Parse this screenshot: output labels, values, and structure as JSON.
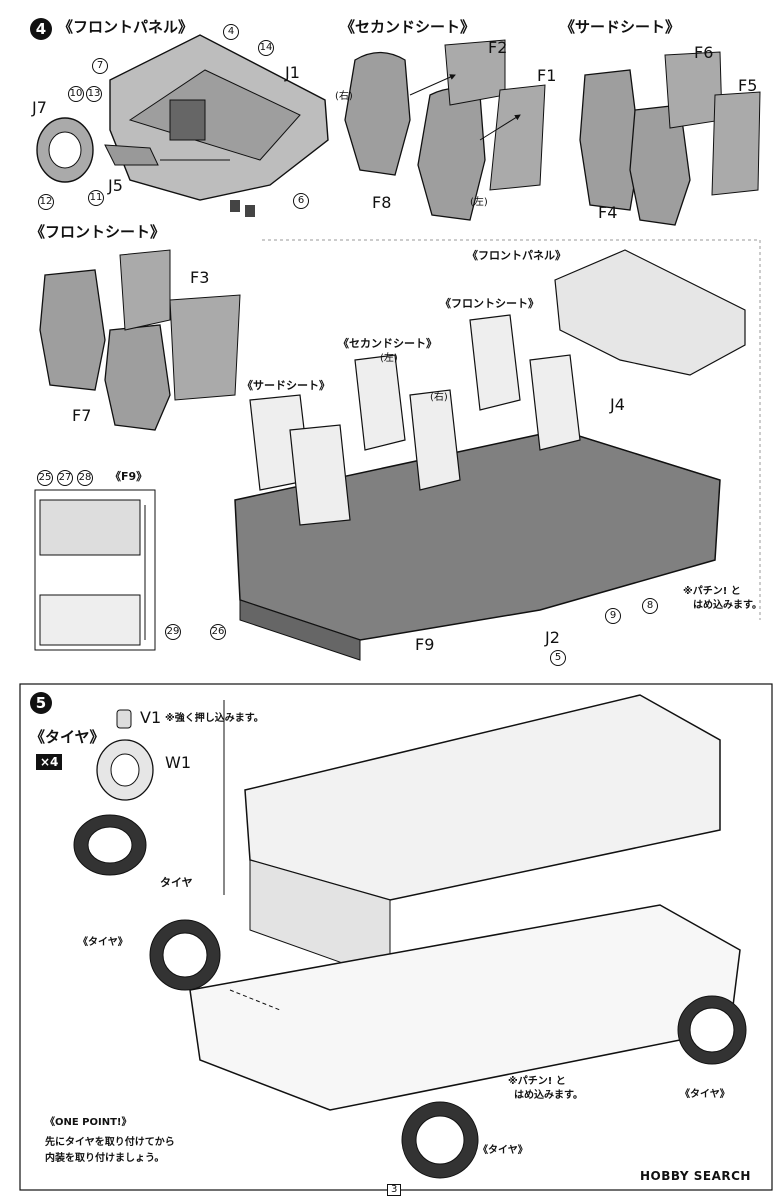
{
  "step4": {
    "number": "4",
    "front_panel_title": "《フロントパネル》",
    "second_seat_title": "《セカンドシート》",
    "third_seat_title": "《サードシート》",
    "front_seat_title": "《フロントシート》",
    "f9_title": "《F9》",
    "assy_front_panel": "《フロントパネル》",
    "assy_front_seat": "《フロントシート》",
    "assy_second_seat": "《セカンドシート》",
    "assy_third_seat": "《サードシート》",
    "left": "(左)",
    "right": "(右)",
    "parts": {
      "J1": "J1",
      "J2": "J2",
      "J4": "J4",
      "J5": "J5",
      "J7": "J7",
      "F1": "F1",
      "F2": "F2",
      "F3": "F3",
      "F4": "F4",
      "F5": "F5",
      "F6": "F6",
      "F7": "F7",
      "F8": "F8",
      "F9": "F9"
    },
    "callouts": {
      "n4": "4",
      "n5": "5",
      "n6": "6",
      "n7": "7",
      "n8": "8",
      "n9": "9",
      "n10": "10",
      "n11": "11",
      "n12": "12",
      "n13": "13",
      "n14": "14",
      "n25": "25",
      "n26": "26",
      "n27": "27",
      "n28": "28",
      "n29": "29"
    },
    "snap_note_1": "※パチン! と",
    "snap_note_2": "はめ込みます。"
  },
  "step5": {
    "number": "5",
    "tire_title": "《タイヤ》",
    "quantity": "×4",
    "v1": "V1",
    "w1": "W1",
    "press_note": "※強く押し込みます。",
    "tire_label": "タイヤ",
    "tire_callout": "《タイヤ》",
    "snap_note_1": "※パチン! と",
    "snap_note_2": "はめ込みます。",
    "one_point_title": "《ONE POINT!》",
    "one_point_line1": "先にタイヤを取り付けてから",
    "one_point_line2": "内装を取り付けましょう。"
  },
  "footer": {
    "page_number": "3",
    "watermark": "HOBBY SEARCH"
  }
}
